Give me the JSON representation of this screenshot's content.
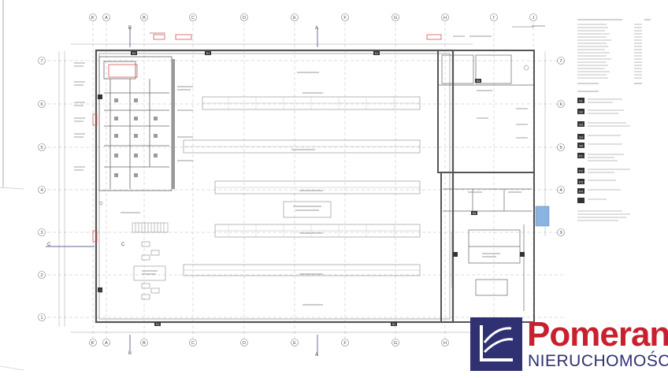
{
  "axes": {
    "top": [
      "K'",
      "A",
      "B",
      "C",
      "D",
      "E",
      "F",
      "G",
      "H",
      "I'",
      "J"
    ],
    "rows": [
      "7",
      "6",
      "5",
      "4",
      "3",
      "2",
      "1"
    ]
  },
  "section_marks": {
    "a": "A",
    "b": "B",
    "c": "C"
  },
  "labels": {
    "s1": "S1",
    "s2": "S2",
    "s3": "S3",
    "s4": "S4",
    "s5": "S5",
    "p1": "P1",
    "p2": "P2",
    "p3": "P3",
    "p4": "P4"
  },
  "brand": {
    "main": "Pomerania",
    "sub": "NIERUCHOMOŚCI",
    "colors": {
      "red": "#c8202f",
      "navy": "#2f3173"
    }
  },
  "colors": {
    "line": "#555555",
    "wall": "#6a6a6a",
    "red": "#d9534f",
    "blue": "#8ab4e0"
  }
}
